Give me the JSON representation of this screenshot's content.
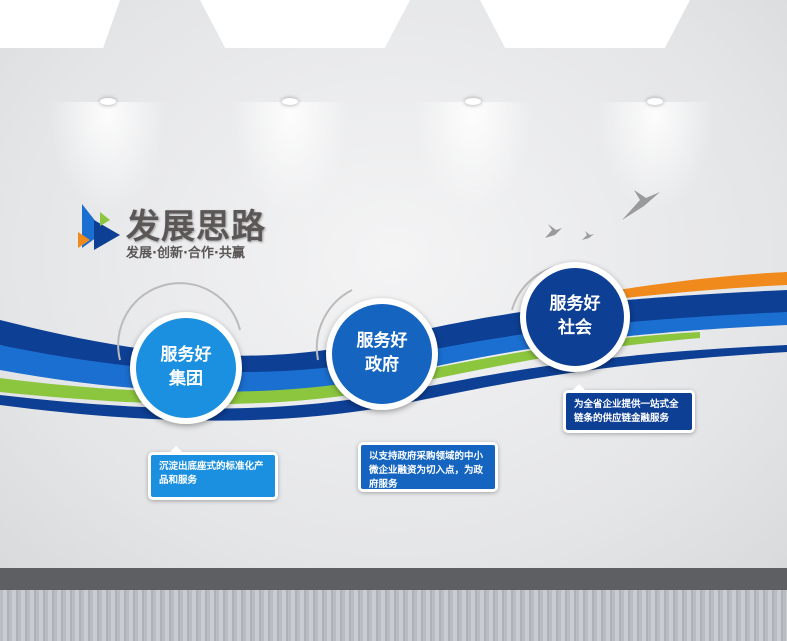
{
  "logo": {
    "title": "发展思路",
    "subtitle": "发展·创新·合作·共赢"
  },
  "pillars": [
    {
      "title": "服务好",
      "subtitle": "集团",
      "description": "沉淀出底座式的标准化产品和服务",
      "color": "#1b8fe0"
    },
    {
      "title": "服务好",
      "subtitle": "政府",
      "description": "以支持政府采购领域的中小微企业融资为切入点，为政府服务",
      "color": "#1565c0"
    },
    {
      "title": "服务好",
      "subtitle": "社会",
      "description": "为全省企业提供一站式全链条的供应链金融服务",
      "color": "#0d3f94"
    }
  ],
  "colors": {
    "blue_dark": "#0d3f94",
    "blue": "#1b6fd0",
    "blue_light": "#1a9be8",
    "green": "#8cc63f",
    "orange": "#f08a1c",
    "gray_text": "#5a5756"
  }
}
